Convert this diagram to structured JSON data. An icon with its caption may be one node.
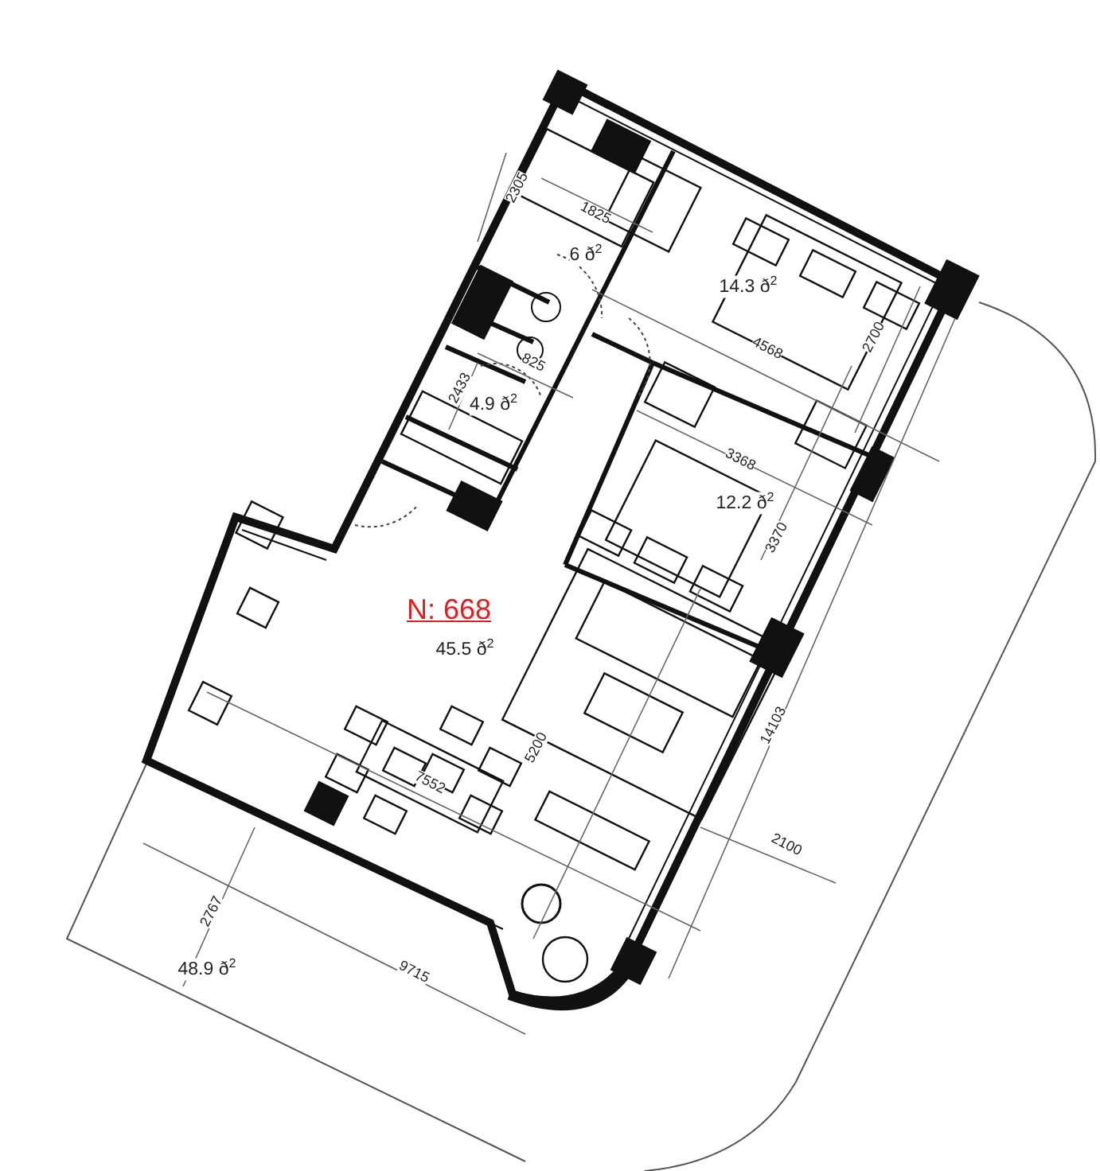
{
  "diagram": {
    "labels": [
      "2305",
      "1825",
      "6 ð$^{2}$",
      "14.3 ð$^{2}$",
      "4568",
      "2700",
      "825",
      "2433",
      "4.9 ð$^{2}$",
      "3368",
      "12.2 ð$^{2}$",
      "3370",
      "N: 668",
      "45.5 ð$^{2}$",
      "7552",
      "5200",
      "14103",
      "2100",
      "2767",
      "48.9 ð$^{2}$",
      "9715"
    ]
  }
}
